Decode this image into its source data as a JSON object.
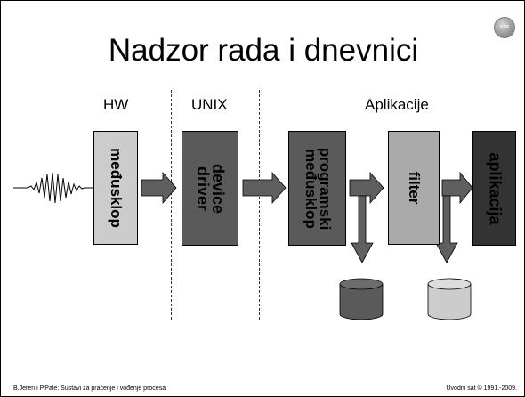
{
  "title": "Nadzor rada i dnevnici",
  "logo_text": "LSS",
  "columns": {
    "hw": "HW",
    "unix": "UNIX",
    "apps": "Aplikacije"
  },
  "boxes": {
    "interface": {
      "label": "međusklop",
      "fill": "#cccccc",
      "text_color": "#000000"
    },
    "driver": {
      "line1": "device",
      "line2": "driver",
      "fill": "#5a5a5a",
      "text_color": "#000000"
    },
    "prog_interface": {
      "line1": "programski",
      "line2": "međusklop",
      "fill": "#5a5a5a",
      "text_color": "#000000"
    },
    "filter": {
      "label": "filter",
      "fill": "#aaaaaa",
      "text_color": "#000000"
    },
    "application": {
      "label": "aplikacija",
      "fill": "#333333",
      "text_color": "#000000"
    }
  },
  "storage": {
    "db1_fill": "#5a5a5a",
    "db2_fill": "#cccccc"
  },
  "arrow_color": "#5f5f5f",
  "footer": {
    "left": "B.Jeren i P.Pale: Sustavi za praćenje i vođenje procesa",
    "right": "Uvodni sat © 1991.-2009."
  }
}
